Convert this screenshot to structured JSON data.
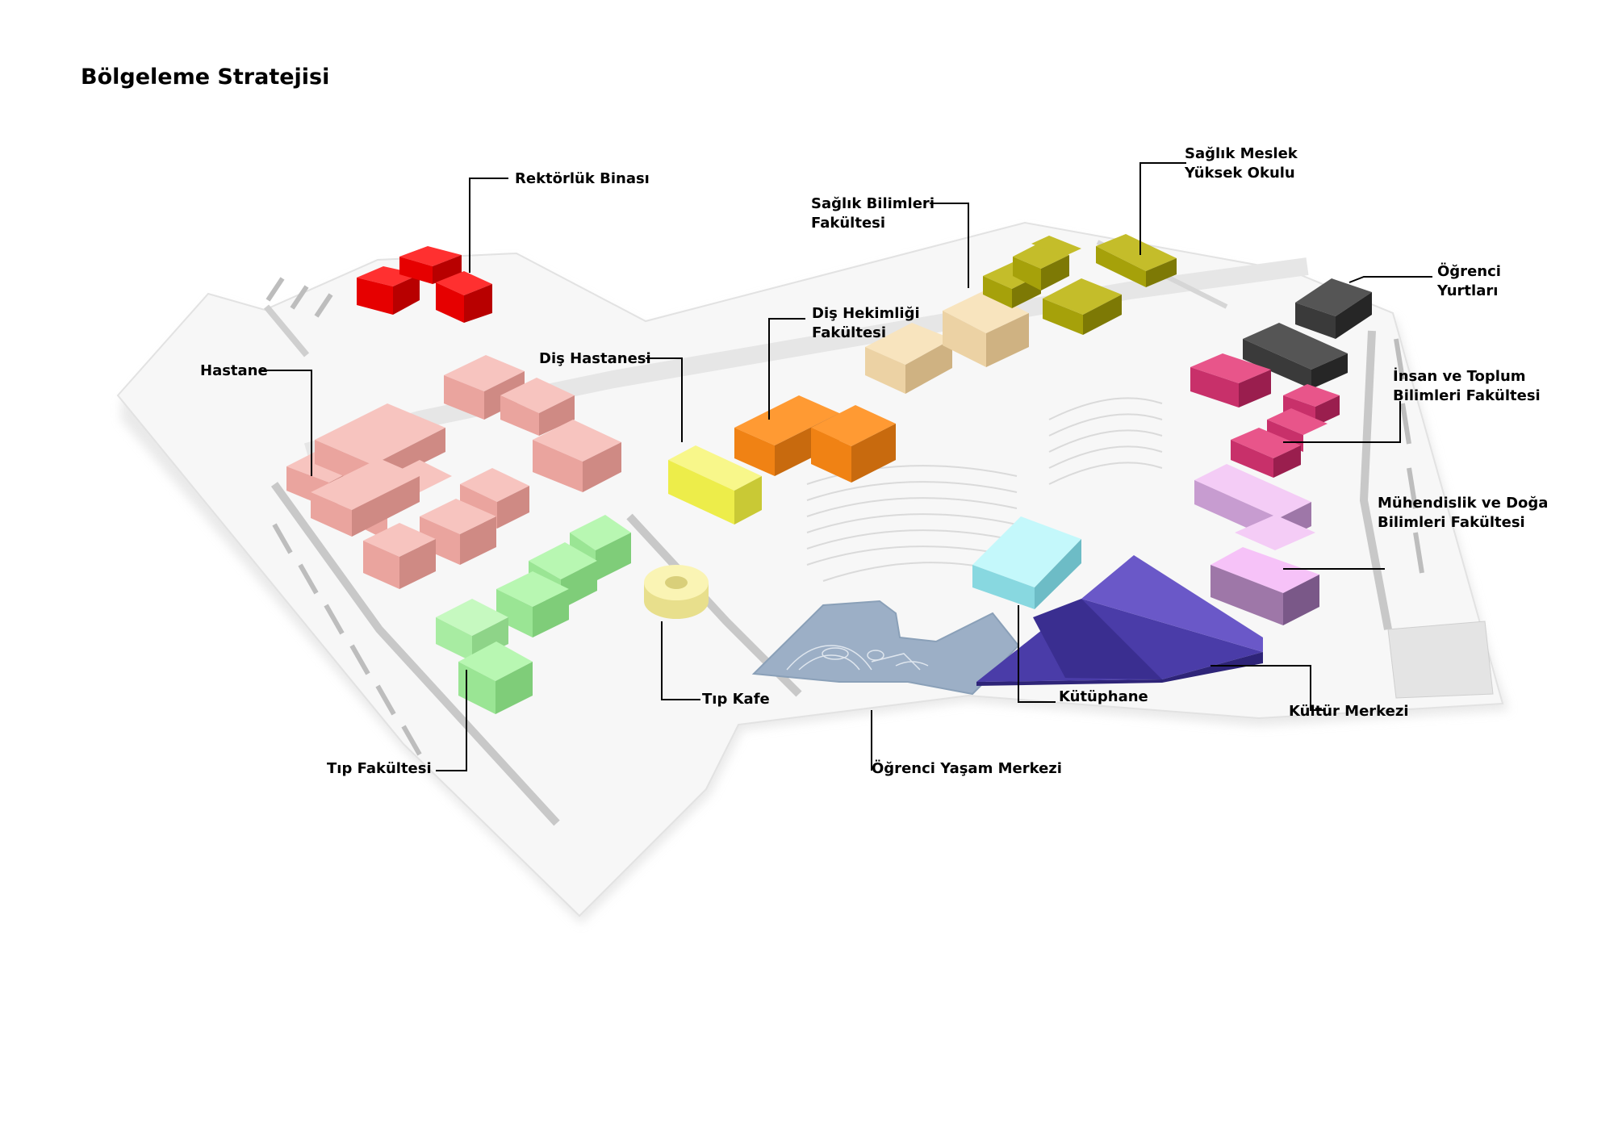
{
  "title": "Bölgeleme Stratejisi",
  "zones": [
    {
      "id": "rektorluk",
      "label": "Rektörlük Binası",
      "color": "#ee0000"
    },
    {
      "id": "hastane",
      "label": "Hastane",
      "color": "#f2aaa4"
    },
    {
      "id": "dis-hastanesi",
      "label": "Diş Hastanesi",
      "color": "#f2f04f"
    },
    {
      "id": "dis-hekimligi",
      "label": "Diş Hekimliği Fakültesi",
      "color": "#f58214"
    },
    {
      "id": "saglik-bilimleri",
      "label": "Sağlık Bilimleri Fakültesi",
      "color": "#f0d8a8"
    },
    {
      "id": "saglik-meslek",
      "label": "Sağlık Meslek Yüksek Okulu",
      "color": "#a6a10a"
    },
    {
      "id": "ogrenci-yurtlari",
      "label": "Öğrenci Yurtları",
      "color": "#3a3a3a"
    },
    {
      "id": "insan-toplum",
      "label": "İnsan ve Toplum Bilimleri Fakültesi",
      "color": "#d83a6e"
    },
    {
      "id": "muhendislik",
      "label": "Mühendislik ve Doğa Bilimleri Fakültesi",
      "color": "#eebdf0"
    },
    {
      "id": "kultur",
      "label": "Kültür Merkezi",
      "color": "#5a4ab8"
    },
    {
      "id": "kutuphane",
      "label": "Kütüphane",
      "color": "#a8f0f4"
    },
    {
      "id": "ogrenci-yasam",
      "label": "Öğrenci Yaşam Merkezi",
      "color": "#9ab0c8"
    },
    {
      "id": "tip-kafe",
      "label": "Tıp Kafe",
      "color": "#f6f0a8"
    },
    {
      "id": "tip-fakultesi",
      "label": "Tıp Fakültesi",
      "color": "#a6f0a0"
    }
  ],
  "labels": {
    "rektorluk": "Rektörlük Binası",
    "hastane": "Hastane",
    "dis_hastanesi": "Diş Hastanesi",
    "dis_hekimligi_1": "Diş Hekimliği",
    "dis_hekimligi_2": "Fakültesi",
    "saglik_bilimleri_1": "Sağlık Bilimleri",
    "saglik_bilimleri_2": "Fakültesi",
    "saglik_meslek_1": "Sağlık Meslek",
    "saglik_meslek_2": "Yüksek Okulu",
    "ogrenci_yurtlari_1": "Öğrenci",
    "ogrenci_yurtlari_2": "Yurtları",
    "insan_toplum_1": "İnsan ve Toplum",
    "insan_toplum_2": "Bilimleri Fakültesi",
    "muhendislik_1": "Mühendislik ve Doğa",
    "muhendislik_2": "Bilimleri Fakültesi",
    "kultur": "Kültür Merkezi",
    "kutuphane": "Kütüphane",
    "ogrenci_yasam": "Öğrenci Yaşam Merkezi",
    "tip_kafe": "Tıp Kafe",
    "tip_fakultesi": "Tıp Fakültesi"
  }
}
